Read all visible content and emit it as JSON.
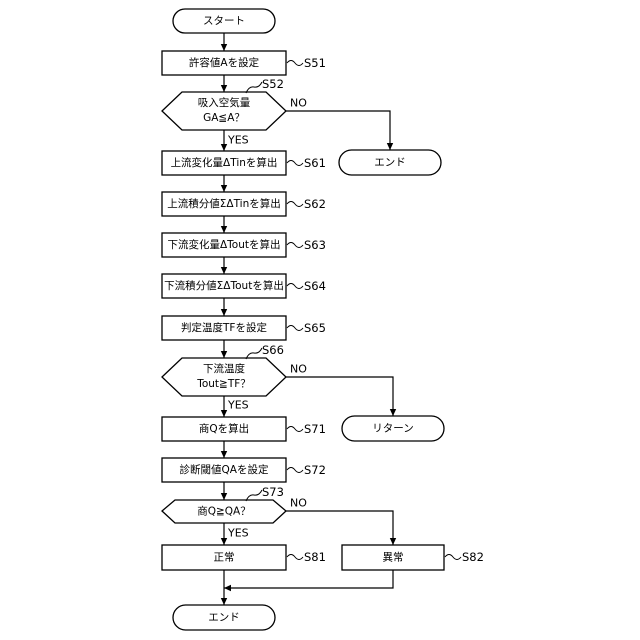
{
  "terminals": {
    "start": "スタート",
    "end_top": "エンド",
    "return": "リターン",
    "end_bottom": "エンド"
  },
  "processes": {
    "s51": "許容値Aを設定",
    "s61": "上流変化量ΔTinを算出",
    "s62": "上流積分値ΣΔTinを算出",
    "s63": "下流変化量ΔToutを算出",
    "s64": "下流積分値ΣΔToutを算出",
    "s65": "判定温度TFを設定",
    "s71": "商Qを算出",
    "s72": "診断閾値QAを設定",
    "s81": "正常",
    "s82": "異常"
  },
  "decisions": {
    "s52": {
      "line1": "吸入空気量",
      "line2": "GA≦A？"
    },
    "s66": {
      "line1": "下流温度",
      "line2": "Tout≧TF？"
    },
    "s73": {
      "line1": "商Q≧QA？"
    }
  },
  "branch_labels": {
    "yes": "YES",
    "no": "NO"
  },
  "step_labels": {
    "s51": "S51",
    "s52": "S52",
    "s61": "S61",
    "s62": "S62",
    "s63": "S63",
    "s64": "S64",
    "s65": "S65",
    "s66": "S66",
    "s71": "S71",
    "s72": "S72",
    "s73": "S73",
    "s81": "S81",
    "s82": "S82"
  }
}
